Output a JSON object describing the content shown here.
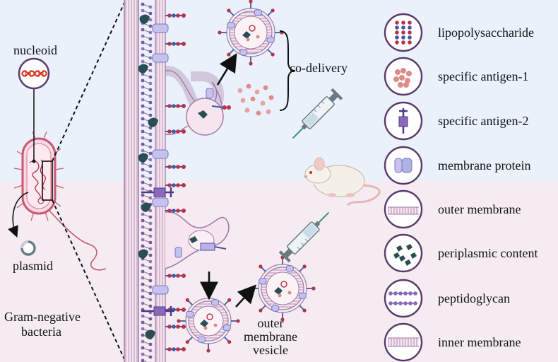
{
  "labels": {
    "nucleoid": "nucleoid",
    "plasmid": "plasmid",
    "gram_negative_line1": "Gram-negative",
    "gram_negative_line2": "bacteria",
    "co_delivery": "co-delivery",
    "omv_line1": "outer",
    "omv_line2": "membrane",
    "omv_line3": "vesicle"
  },
  "legend": [
    {
      "label": "lipopolysaccharide",
      "icon": "lipopolysaccharide-icon"
    },
    {
      "label": "specific antigen-1",
      "icon": "antigen-1-icon"
    },
    {
      "label": "specific antigen-2",
      "icon": "antigen-2-icon"
    },
    {
      "label": "membrane protein",
      "icon": "membrane-protein-icon"
    },
    {
      "label": "outer membrane",
      "icon": "outer-membrane-icon"
    },
    {
      "label": "periplasmic content",
      "icon": "periplasmic-content-icon"
    },
    {
      "label": "peptidoglycan",
      "icon": "peptidoglycan-icon"
    },
    {
      "label": "inner membrane",
      "icon": "inner-membrane-icon"
    }
  ],
  "colors": {
    "top_background": "#eaf1fb",
    "bottom_background": "#f5ecf2",
    "membrane": "#a27aa6",
    "membrane_fill": "#f3dde8",
    "lps_red": "#b8324a",
    "lps_blue": "#3d5aa8",
    "antigen1": "#e08a8a",
    "protein": "#b8b4e8",
    "periplasm": "#2a4d55",
    "dna": "#d9371f"
  }
}
